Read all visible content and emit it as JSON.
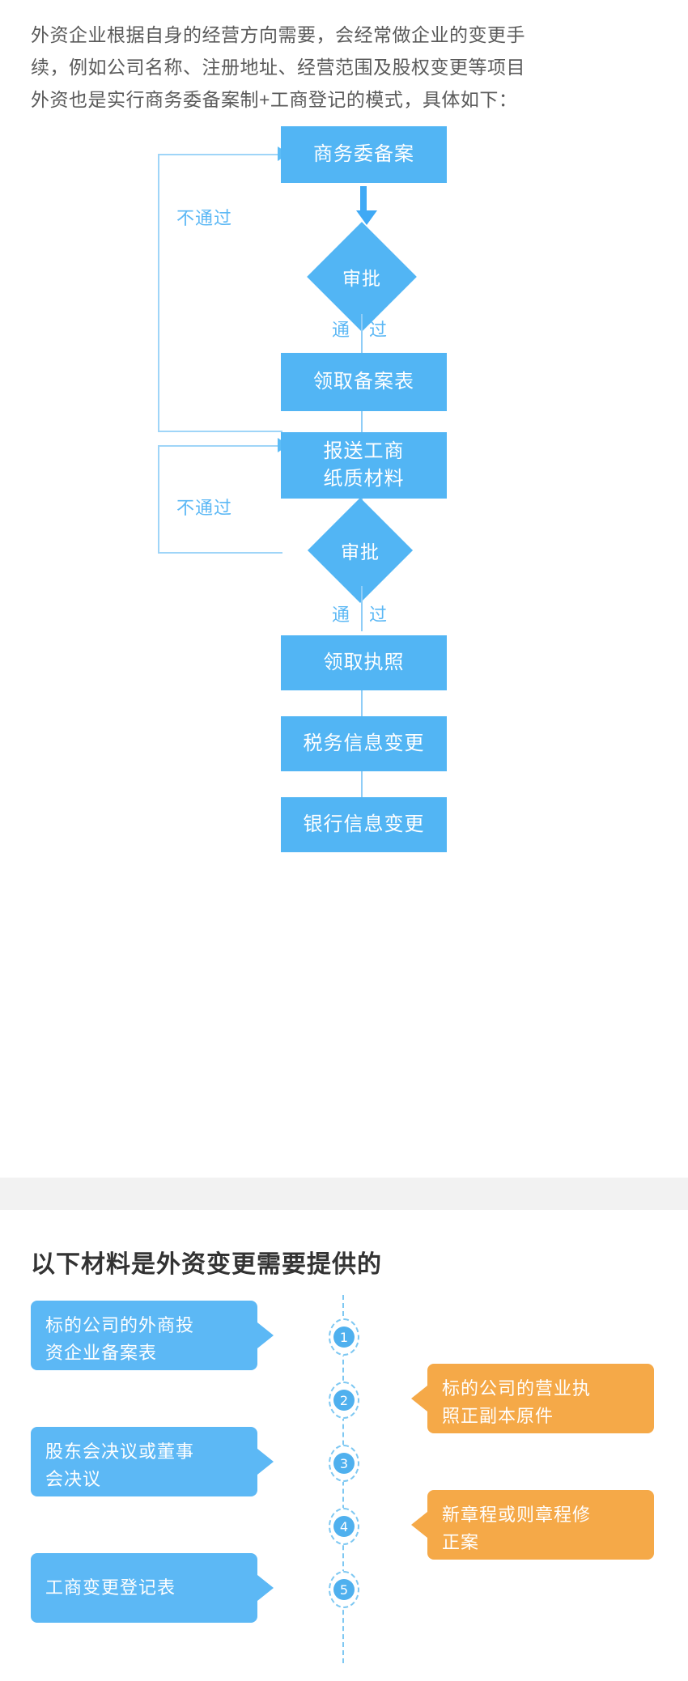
{
  "intro": {
    "line1": "外资企业根据自身的经营方向需要，会经常做企业的变更手",
    "line2": "续，例如公司名称、注册地址、经营范围及股权变更等项目",
    "line3": "外资也是实行商务委备案制+工商登记的模式，具体如下："
  },
  "flow": {
    "nodes": {
      "step1": "商务委备案",
      "decision1": "审批",
      "step2": "领取备案表",
      "step3_line1": "报送工商",
      "step3_line2": "纸质材料",
      "decision2": "审批",
      "step4": "领取执照",
      "step5": "税务信息变更",
      "step6": "银行信息变更"
    },
    "labels": {
      "reject1": "不通过",
      "pass1_a": "通",
      "pass1_b": "过",
      "reject2": "不通过",
      "pass2_a": "通",
      "pass2_b": "过"
    }
  },
  "materials": {
    "title": "以下材料是外资变更需要提供的",
    "items": [
      {
        "number": "1",
        "side": "left",
        "color": "#5cb8f5",
        "line1": "标的公司的外商投",
        "line2": "资企业备案表"
      },
      {
        "number": "2",
        "side": "right",
        "color": "#f5a948",
        "line1": "标的公司的营业执",
        "line2": "照正副本原件"
      },
      {
        "number": "3",
        "side": "left",
        "color": "#5cb8f5",
        "line1": "股东会决议或董事",
        "line2": "会决议"
      },
      {
        "number": "4",
        "side": "right",
        "color": "#f5a948",
        "line1": "新章程或则章程修",
        "line2": "正案"
      },
      {
        "number": "5",
        "side": "left",
        "color": "#5cb8f5",
        "line1": "工商变更登记表",
        "line2": ""
      }
    ]
  },
  "colors": {
    "box_blue": "#52b5f4",
    "bubble_blue": "#5cb8f5",
    "bubble_orange": "#f5a948",
    "line_blue": "#8fcdf7",
    "divider_gray": "#f2f2f2",
    "intro_text": "#5a5a5a",
    "title_text": "#333333"
  }
}
